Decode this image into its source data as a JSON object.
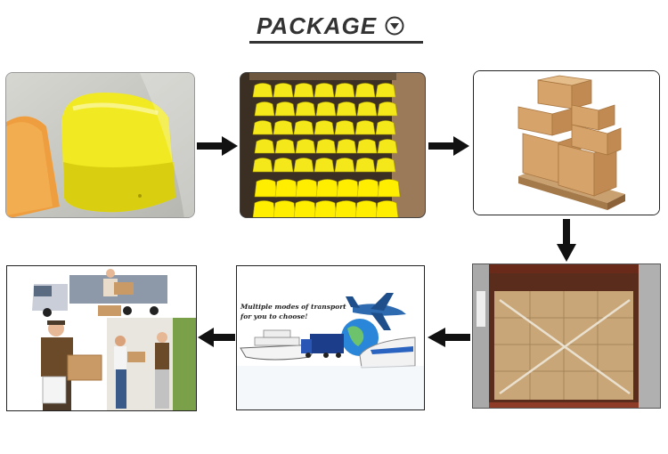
{
  "header": {
    "title": "PACKAGE",
    "icon": "chevron-down-circle-icon"
  },
  "flow": {
    "steps": [
      {
        "icon": "yellow-denture-box-photo"
      },
      {
        "icon": "carton-of-boxes-photo"
      },
      {
        "icon": "palletized-cartons-photo"
      },
      {
        "icon": "loaded-container-photo"
      },
      {
        "icon": "transport-modes-photo",
        "caption_line1": "Multiple modes of transport",
        "caption_line2": "for you to choose!"
      },
      {
        "icon": "delivery-photo"
      }
    ],
    "arrow_color": "#111111"
  },
  "colors": {
    "title": "#333333",
    "product_yellow": "#f2ea1c",
    "product_orange": "#f0a040",
    "cardboard": "#c99a66",
    "container": "#8a3a25"
  }
}
